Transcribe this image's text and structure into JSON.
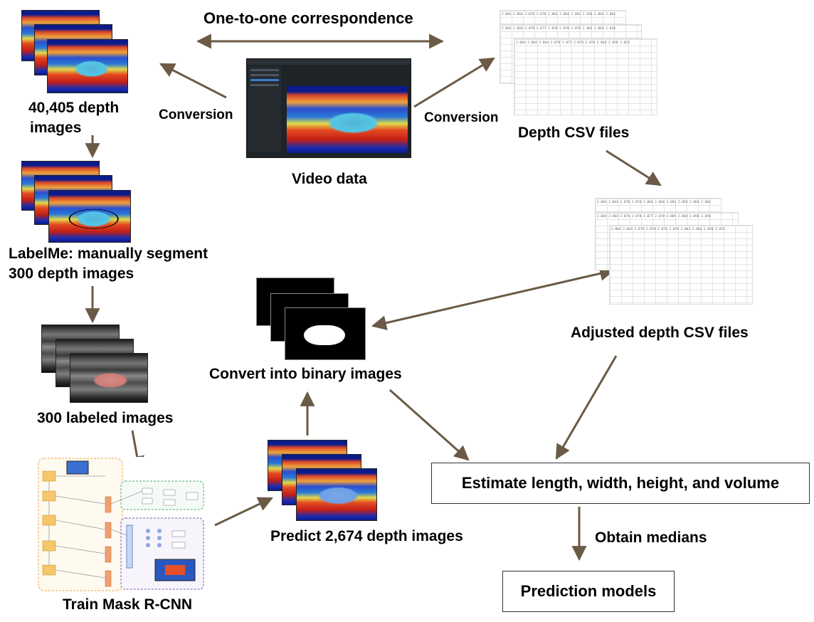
{
  "labels": {
    "correspondence": "One-to-one correspondence",
    "depth_images": "40,405 depth\nimages",
    "depth_images_l1": "40,405 depth",
    "depth_images_l2": "images",
    "conversion_left": "Conversion",
    "conversion_right": "Conversion",
    "video_data": "Video data",
    "depth_csv": "Depth CSV files",
    "labelme_l1": "LabelMe: manually segment",
    "labelme_l2": "300 depth images",
    "adjusted_csv": "Adjusted depth CSV files",
    "labeled_images": "300 labeled images",
    "binary_images": "Convert into binary images",
    "predict": "Predict 2,674 depth images",
    "train": "Train Mask R-CNN",
    "estimate": "Estimate length, width, height, and volume",
    "medians": "Obtain medians",
    "prediction_models": "Prediction models"
  },
  "csv_sample_rows": [
    "2.064 2.064 2.070 2.070 2.064 2.064 2.064 2.058 2.064 2.064",
    "2.064 2.064 2.070 2.077 2.070 2.070 2.070 2.064 2.064 2.058",
    "2.064 2.064 2.064 2.070 2.077 2.070 2.070 2.064 2.058 2.052",
    "2.064 2.064 2.070 2.070 2.077 2.070 2.064 2.064 2.058 2.058",
    "2.064 2.064 2.070 2.070 2.070 2.070 2.064 2.064 2.058 2.052"
  ],
  "colors": {
    "arrow": "#6b5a45",
    "box_border": "#333333"
  }
}
